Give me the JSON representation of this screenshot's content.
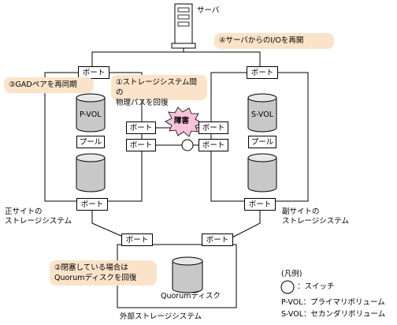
{
  "server": {
    "label": "サーバ"
  },
  "steps": {
    "step1_line1": "①ストレージシステム間の",
    "step1_line2": "物理パスを回復",
    "step2_line1": "②閉塞している場合は",
    "step2_line2": "Quorumディスクを回復",
    "step3": "③GADペアを再同期",
    "step4": "④サーバからのI/Oを再開"
  },
  "labels": {
    "port": "ポート",
    "pool": "プール",
    "pvol": "P-VOL",
    "svol": "S-VOL",
    "failure": "障害",
    "quorum_disk": "Quorumディスク"
  },
  "sites": {
    "primary_line1": "正サイトの",
    "primary_line2": "ストレージシステム",
    "secondary_line1": "副サイトの",
    "secondary_line2": "ストレージシステム",
    "external": "外部ストレージシステム"
  },
  "legend": {
    "title": "(凡例)",
    "switch": "：スイッチ",
    "pvol_def": "P-VOL：プライマリボリューム",
    "svol_def": "S-VOL：セカンダリボリューム"
  },
  "colors": {
    "callout": "#fbe3c9",
    "failure": "#f8c2d8",
    "cylinder_fill": "#c8c8c8"
  }
}
